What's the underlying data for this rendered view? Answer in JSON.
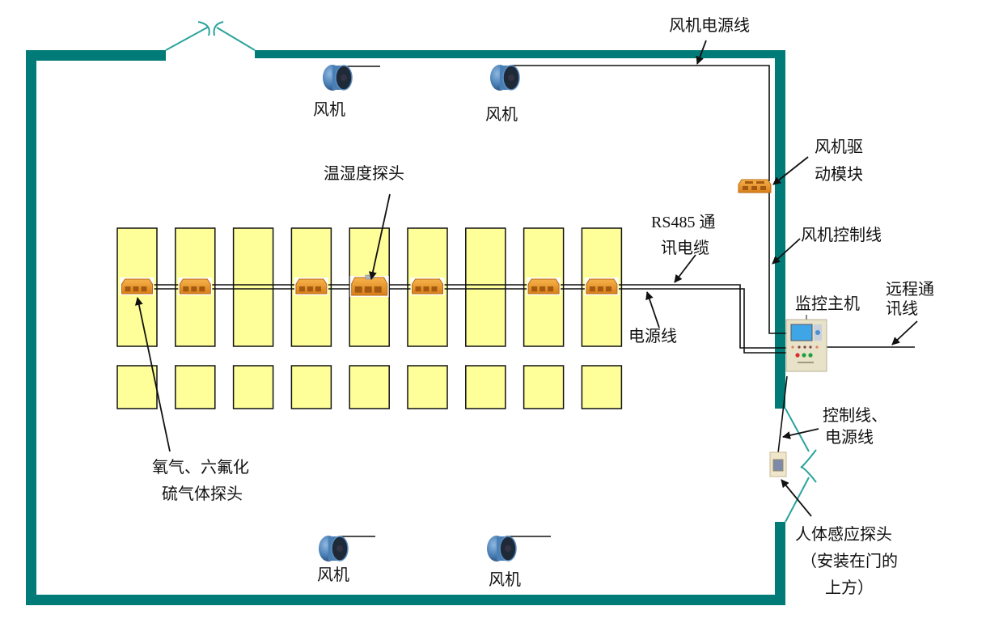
{
  "title": "机房环境监控系统布置示意图",
  "colors": {
    "wall": "#007b78",
    "door": "#2aa39c",
    "cabinet_fill": "#ffff99",
    "cabinet_stroke": "#111111",
    "cable": "#111111",
    "sensor": "#e8961e",
    "fan": "#4a7fb5"
  },
  "labels": {
    "fan_top_left": "风机",
    "fan_top_right": "风机",
    "fan_bottom_left": "风机",
    "fan_bottom_right": "风机",
    "fan_power_line": "风机电源线",
    "fan_driver_module_line1": "风机驱",
    "fan_driver_module_line2": "动模块",
    "fan_control_line": "风机控制线",
    "temp_humidity_probe": "温湿度探头",
    "rs485_line1": "RS485 通",
    "rs485_line2": "讯电缆",
    "power_line": "电源线",
    "monitor_host": "监控主机",
    "remote_comm_line1": "远程通",
    "remote_comm_line2": "讯线",
    "control_power_line1": "控制线、",
    "control_power_line2": "电源线",
    "gas_probe_line1": "氧气、六氟化",
    "gas_probe_line2": "硫气体探头",
    "body_sensor_line1": "人体感应探头",
    "body_sensor_line2": "（安装在门的",
    "body_sensor_line3": "上方）"
  },
  "cabinets": {
    "columns": 9,
    "rows": [
      "tall",
      "short"
    ]
  },
  "sensors_on_cable": [
    {
      "column": 1,
      "type": "gas-probe"
    },
    {
      "column": 2,
      "type": "gas-probe"
    },
    {
      "column": 4,
      "type": "gas-probe"
    },
    {
      "column": 5,
      "type": "temp-humidity-probe"
    },
    {
      "column": 6,
      "type": "gas-probe"
    },
    {
      "column": 8,
      "type": "gas-probe"
    },
    {
      "column": 9,
      "type": "gas-probe"
    }
  ]
}
